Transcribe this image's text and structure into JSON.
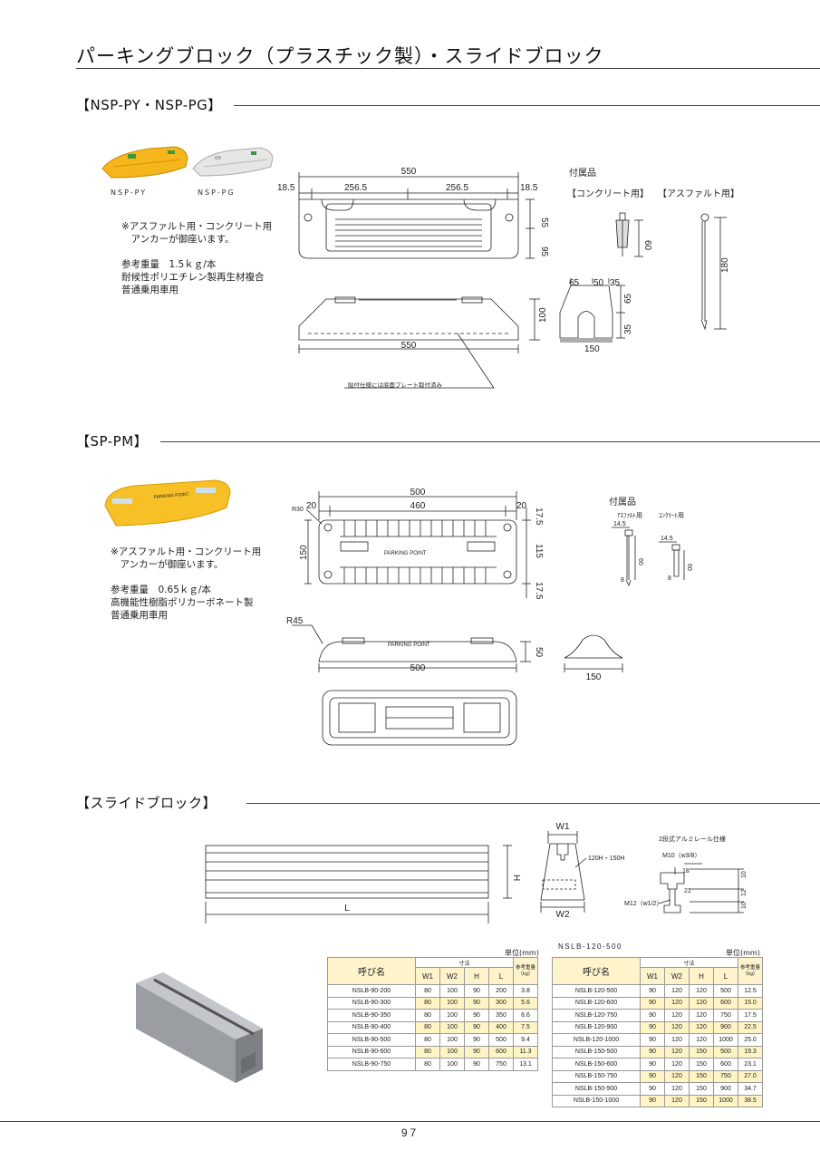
{
  "page_title": "パーキングブロック（プラスチック製）・スライドブロック",
  "sections": {
    "nsp": {
      "heading": "【NSP-PY・NSP-PG】",
      "caption_py": "NSP-PY",
      "caption_pg": "NSP-PG",
      "notes": [
        "※アスファルト用・コンクリート用",
        "　アンカーが御座います。",
        "参考重量　1.5ｋｇ/本",
        "耐候性ポリエチレン製再生材複合",
        "普通乗用車用"
      ],
      "accessory_title": "付属品",
      "accessory_concrete": "【コンクリート用】",
      "accessory_asphalt": "【アスファルト用】",
      "plate_note": "貼付仕様には底面プレート取付済み",
      "dims": {
        "d550": "550",
        "d18_5": "18.5",
        "d256_5": "256.5",
        "d55": "55",
        "d95": "95",
        "d100": "100",
        "d60": "60",
        "d180": "180",
        "d65": "65",
        "d50": "50",
        "d35": "35",
        "d150": "150"
      }
    },
    "sppm": {
      "heading": "【SP-PM】",
      "notes": [
        "※アスファルト用・コンクリート用",
        "　アンカーが御座います。",
        "参考重量　0.65ｋｇ/本",
        "高機能性樹脂ポリカーボネート製",
        "普通乗用車用"
      ],
      "accessory_title": "付属品",
      "acc_asphalt": "ｱｽﾌｧﾙﾄ用",
      "acc_concrete": "ｺﾝｸﾘｰﾄ用",
      "logo": "PARKING POINT",
      "dims": {
        "d500": "500",
        "d460": "460",
        "d20": "20",
        "d17_5": "17.5",
        "d115": "115",
        "d150": "150",
        "r30": "R30",
        "r45": "R45",
        "d50": "50",
        "d14_5": "14.5",
        "d60": "60",
        "d8": "8"
      }
    },
    "slide": {
      "heading": "【スライドブロック】",
      "labels": {
        "L": "L",
        "H": "H",
        "W1": "W1",
        "W2": "W2",
        "height_note": "120H・150H",
        "rail": "2段式アルミレール仕様",
        "m10": "M10（w3/8）",
        "m12": "M12（w1/2）",
        "d18": "18",
        "d21": "21",
        "d10a": "10",
        "d12": "12",
        "d10b": "10"
      }
    }
  },
  "tables": {
    "unit": "単位(mm)",
    "left": {
      "header_name": "呼び名",
      "header_group": "寸法",
      "cols": [
        "W1",
        "W2",
        "H",
        "L"
      ],
      "weight_header": "参考重量（kg）",
      "rows": [
        [
          "NSLB-90-200",
          "80",
          "100",
          "90",
          "200",
          "3.8"
        ],
        [
          "NSLB-90-300",
          "80",
          "100",
          "90",
          "300",
          "5.6"
        ],
        [
          "NSLB-90-350",
          "80",
          "100",
          "90",
          "350",
          "6.6"
        ],
        [
          "NSLB-90-400",
          "80",
          "100",
          "90",
          "400",
          "7.5"
        ],
        [
          "NSLB-90-500",
          "80",
          "100",
          "90",
          "500",
          "9.4"
        ],
        [
          "NSLB-90-600",
          "80",
          "100",
          "90",
          "600",
          "11.3"
        ],
        [
          "NSLB-90-750",
          "80",
          "100",
          "90",
          "750",
          "13.1"
        ]
      ]
    },
    "right": {
      "label_above": "NSLB-120-500",
      "header_name": "呼び名",
      "header_group": "寸法",
      "cols": [
        "W1",
        "W2",
        "H",
        "L"
      ],
      "weight_header": "参考重量（kg）",
      "rows": [
        [
          "NSLB-120-500",
          "90",
          "120",
          "120",
          "500",
          "12.5"
        ],
        [
          "NSLB-120-600",
          "90",
          "120",
          "120",
          "600",
          "15.0"
        ],
        [
          "NSLB-120-750",
          "90",
          "120",
          "120",
          "750",
          "17.5"
        ],
        [
          "NSLB-120-900",
          "90",
          "120",
          "120",
          "900",
          "22.5"
        ],
        [
          "NSLB-120-1000",
          "90",
          "120",
          "120",
          "1000",
          "25.0"
        ],
        [
          "NSLB-150-500",
          "90",
          "120",
          "150",
          "500",
          "19.3"
        ],
        [
          "NSLB-150-600",
          "90",
          "120",
          "150",
          "600",
          "23.1"
        ],
        [
          "NSLB-150-750",
          "90",
          "120",
          "150",
          "750",
          "27.0"
        ],
        [
          "NSLB-150-900",
          "90",
          "120",
          "150",
          "900",
          "34.7"
        ],
        [
          "NSLB-150-1000",
          "90",
          "120",
          "150",
          "1000",
          "38.5"
        ]
      ]
    }
  },
  "page_number": "97",
  "colors": {
    "yellow": "#f5b51c",
    "white_block": "#e6e6e6",
    "highlight": "#fff4c4",
    "gray_block": "#9a9ea3"
  }
}
